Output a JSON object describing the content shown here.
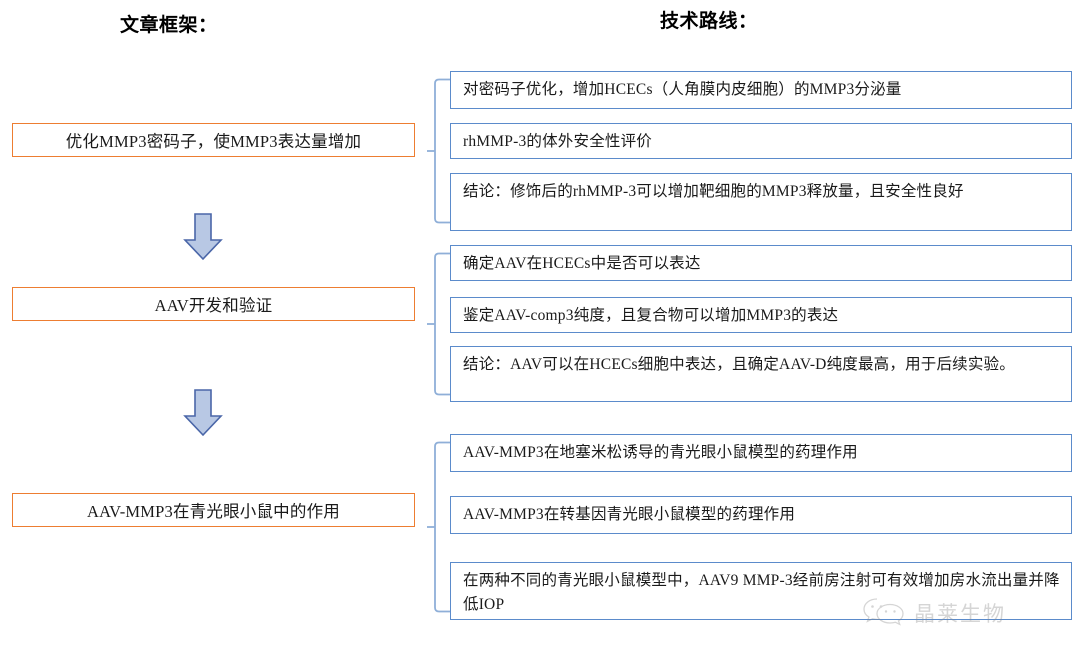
{
  "headings": {
    "left": "文章框架：",
    "right": "技术路线："
  },
  "colors": {
    "stage_border": "#ED7D31",
    "detail_border": "#5B8BCB",
    "arrow_stroke": "#4A66A8",
    "arrow_fill": "#B8C8E4",
    "bracket": "#8FAFD8",
    "text": "#1A1A1A"
  },
  "stages": [
    {
      "id": "stage-1",
      "label": "优化MMP3密码子，使MMP3表达量增加"
    },
    {
      "id": "stage-2",
      "label": "AAV开发和验证"
    },
    {
      "id": "stage-3",
      "label": "AAV-MMP3在青光眼小鼠中的作用"
    }
  ],
  "arrows": [
    {
      "id": "arrow-1",
      "name": "down-arrow-icon"
    },
    {
      "id": "arrow-2",
      "name": "down-arrow-icon"
    }
  ],
  "groups": [
    {
      "bracket": "bracket-1",
      "items": [
        "对密码子优化，增加HCECs（人角膜内皮细胞）的MMP3分泌量",
        "rhMMP-3的体外安全性评价",
        "结论：修饰后的rhMMP-3可以增加靶细胞的MMP3释放量，且安全性良好"
      ]
    },
    {
      "bracket": "bracket-2",
      "items": [
        "确定AAV在HCECs中是否可以表达",
        "鉴定AAV-comp3纯度，且复合物可以增加MMP3的表达",
        "结论：AAV可以在HCECs细胞中表达，且确定AAV-D纯度最高，用于后续实验。"
      ]
    },
    {
      "bracket": "bracket-3",
      "items": [
        "AAV-MMP3在地塞米松诱导的青光眼小鼠模型的药理作用",
        "AAV-MMP3在转基因青光眼小鼠模型的药理作用",
        "在两种不同的青光眼小鼠模型中，AAV9 MMP-3经前房注射可有效增加房水流出量并降低IOP"
      ]
    }
  ],
  "details": {
    "d1": "对密码子优化，增加HCECs（人角膜内皮细胞）的MMP3分泌量",
    "d2": "rhMMP-3的体外安全性评价",
    "d3": "结论：修饰后的rhMMP-3可以增加靶细胞的MMP3释放量，且安全性良好",
    "d4": "确定AAV在HCECs中是否可以表达",
    "d5": "鉴定AAV-comp3纯度，且复合物可以增加MMP3的表达",
    "d6": "结论：AAV可以在HCECs细胞中表达，且确定AAV-D纯度最高，用于后续实验。",
    "d7": "AAV-MMP3在地塞米松诱导的青光眼小鼠模型的药理作用",
    "d8": "AAV-MMP3在转基因青光眼小鼠模型的药理作用",
    "d9": "在两种不同的青光眼小鼠模型中，AAV9 MMP-3经前房注射可有效增加房水流出量并降低IOP"
  },
  "stage_labels": {
    "s1": "优化MMP3密码子，使MMP3表达量增加",
    "s2": "AAV开发和验证",
    "s3": "AAV-MMP3在青光眼小鼠中的作用"
  },
  "watermark": {
    "text": "晶莱生物",
    "icon": "wechat-icon"
  }
}
